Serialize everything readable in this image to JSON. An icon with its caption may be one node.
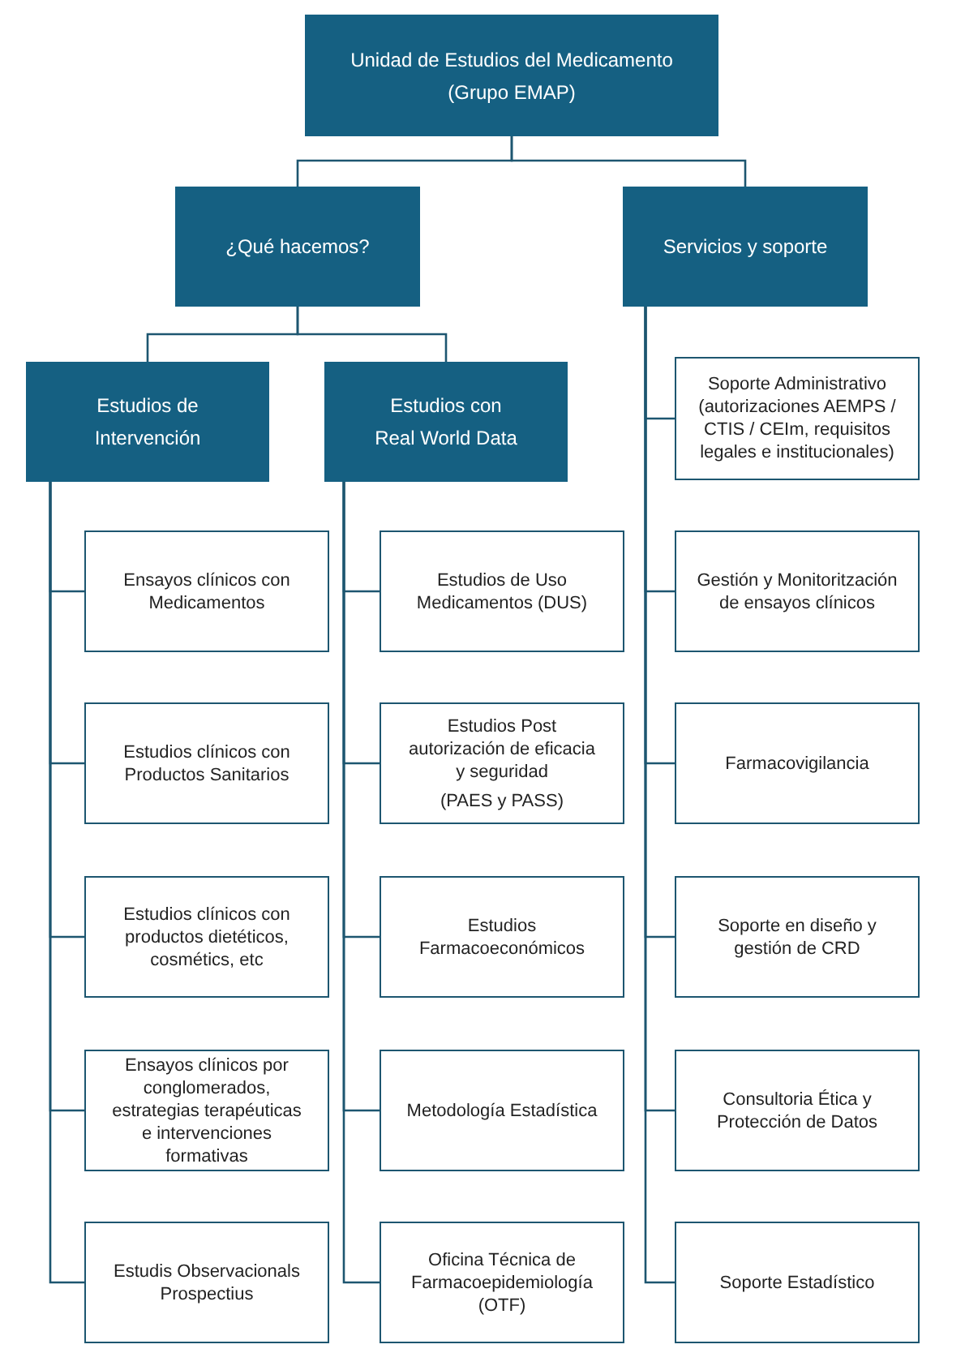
{
  "diagram": {
    "nodes": [
      {
        "text": [
          "Unidad de Estudios del Medicamento (Grupo EMAP)"
        ]
      },
      {
        "text": [
          "¿Qué hacemos?"
        ]
      },
      {
        "text": [
          "Servicios y soporte"
        ]
      },
      {
        "text": [
          "Estudios de Intervención"
        ]
      },
      {
        "text": [
          "Estudios con Real World Data"
        ]
      },
      {
        "text": [
          "Ensayos clínicos con Medicamentos"
        ]
      },
      {
        "text": [
          "Estudios clínicos con Productos Sanitarios"
        ]
      },
      {
        "text": [
          "Estudios clínicos con productos dietéticos, cosmétics, etc"
        ]
      },
      {
        "text": [
          "Ensayos clínicos por conglomerados, estrategias terapéuticas e intervenciones formativas"
        ]
      },
      {
        "text": [
          "Estudis Observacionals Prospectius"
        ]
      },
      {
        "text": [
          "Estudios de Uso Medicamentos (DUS)"
        ]
      },
      {
        "text": [
          "Estudios Post autorización de eficacia y seguridad",
          "(PAES y PASS)"
        ]
      },
      {
        "text": [
          "Estudios Farmacoeconómicos"
        ]
      },
      {
        "text": [
          "Metodología Estadística"
        ]
      },
      {
        "text": [
          "Oficina Técnica de Farmacoepidemiología (OTF)"
        ]
      },
      {
        "text": [
          "Soporte Administrativo (autorizaciones AEMPS / CTIS / CEIm, requisitos legales e institucionales)"
        ]
      },
      {
        "text": [
          "Gestión y Monitoritzación de ensayos clínicos"
        ]
      },
      {
        "text": [
          "Farmacovigilancia"
        ]
      },
      {
        "text": [
          "Soporte en diseño y gestión de CRD"
        ]
      },
      {
        "text": [
          "Consultoria Ética y Protección de Datos"
        ]
      },
      {
        "text": [
          "Soporte Estadístico"
        ]
      }
    ],
    "edges": [
      {
        "from": 0,
        "to": 1,
        "arrow": "none"
      },
      {
        "from": 0,
        "to": 2,
        "arrow": "none"
      },
      {
        "from": 1,
        "to": 3,
        "arrow": "none"
      },
      {
        "from": 1,
        "to": 4,
        "arrow": "none"
      },
      {
        "from": 3,
        "to": 5,
        "arrow": "none"
      },
      {
        "from": 3,
        "to": 6,
        "arrow": "none"
      },
      {
        "from": 3,
        "to": 7,
        "arrow": "none"
      },
      {
        "from": 3,
        "to": 8,
        "arrow": "none"
      },
      {
        "from": 3,
        "to": 9,
        "arrow": "none"
      },
      {
        "from": 4,
        "to": 10,
        "arrow": "none"
      },
      {
        "from": 4,
        "to": 11,
        "arrow": "none"
      },
      {
        "from": 4,
        "to": 12,
        "arrow": "none"
      },
      {
        "from": 4,
        "to": 13,
        "arrow": "none"
      },
      {
        "from": 4,
        "to": 14,
        "arrow": "none"
      },
      {
        "from": 2,
        "to": 15,
        "arrow": "none"
      },
      {
        "from": 2,
        "to": 16,
        "arrow": "none"
      },
      {
        "from": 2,
        "to": 17,
        "arrow": "none"
      },
      {
        "from": 2,
        "to": 18,
        "arrow": "none"
      },
      {
        "from": 2,
        "to": 19,
        "arrow": "none"
      },
      {
        "from": 2,
        "to": 20,
        "arrow": "none"
      }
    ]
  }
}
